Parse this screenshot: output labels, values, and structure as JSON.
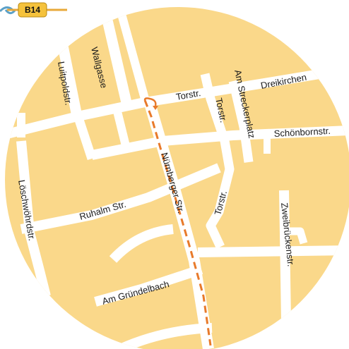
{
  "map": {
    "colors": {
      "land": "#fad88a",
      "road": "#ffffff",
      "route": "#e87a2a",
      "badge": "#f5c23c",
      "highway": "#e8a93a",
      "highway_blue": "#5aa0c8"
    },
    "highway_badge": {
      "label": "B14"
    },
    "streets": [
      {
        "id": "wallgasse",
        "label": "Wallgasse"
      },
      {
        "id": "luitpoldstr",
        "label": "Luitpoldstr."
      },
      {
        "id": "torstr-1",
        "label": "Torstr."
      },
      {
        "id": "torstr-2",
        "label": "Torstr."
      },
      {
        "id": "torstr-3",
        "label": "Torstr."
      },
      {
        "id": "dreikirchen",
        "label": "Dreikirchen"
      },
      {
        "id": "am-streckerplatz",
        "label": "Am Streckerplatz"
      },
      {
        "id": "schoenbornstr",
        "label": "Schönbornstr."
      },
      {
        "id": "nuernberger-str",
        "label": "Nürnberger Str."
      },
      {
        "id": "ruhalm-str",
        "label": "Ruhalm Str."
      },
      {
        "id": "loeschwoehrdstr",
        "label": "Löschwöhrdstr."
      },
      {
        "id": "zweibrueckenstr",
        "label": "Zweibrückenstr."
      },
      {
        "id": "am-gruendelbach",
        "label": "Am Gründelbach"
      }
    ]
  }
}
